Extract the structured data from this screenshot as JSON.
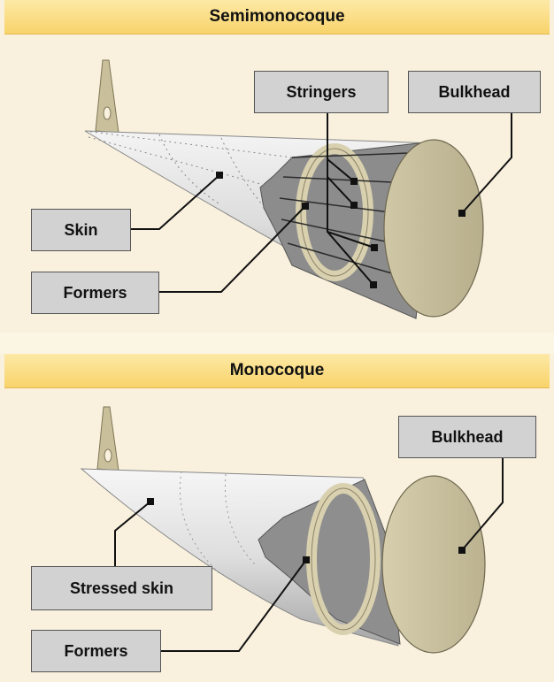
{
  "semimonocoque": {
    "title": "Semimonocoque",
    "labels": {
      "stringers": "Stringers",
      "bulkhead": "Bulkhead",
      "skin": "Skin",
      "formers": "Formers"
    }
  },
  "monocoque": {
    "title": "Monocoque",
    "labels": {
      "bulkhead": "Bulkhead",
      "stressed_skin": "Stressed skin",
      "formers": "Formers"
    }
  }
}
